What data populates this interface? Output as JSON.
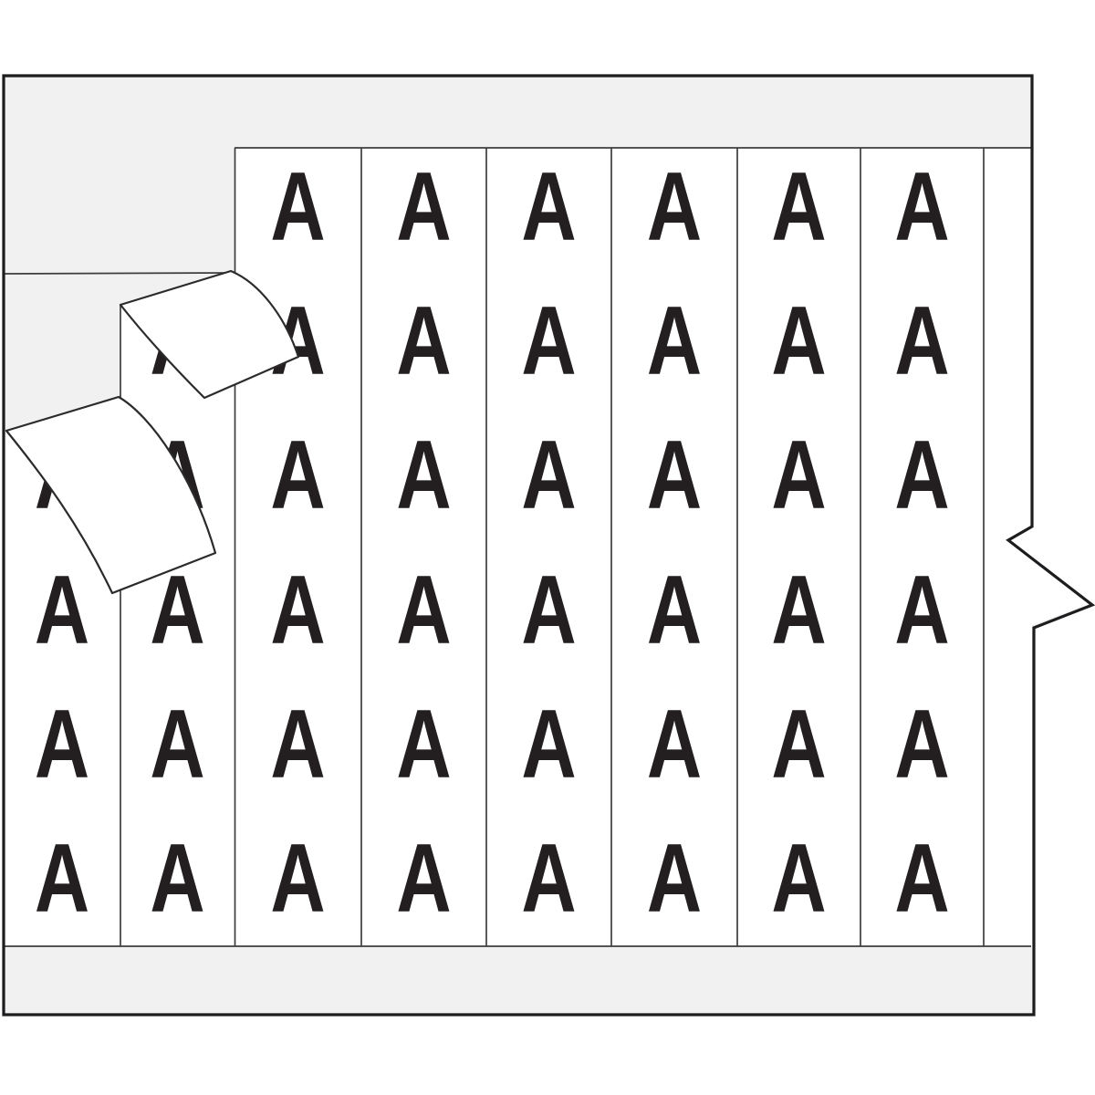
{
  "illustration": {
    "type": "wire-marker-card-product-drawing",
    "marker_letter": "A",
    "total_letters_visible": 45,
    "columns": [
      {
        "name": "column-1",
        "first_row": 3,
        "letters": [
          "A",
          "A",
          "A",
          "A"
        ]
      },
      {
        "name": "column-2",
        "first_row": 2,
        "letters": [
          "A",
          "A",
          "A",
          "A",
          "A"
        ]
      },
      {
        "name": "column-3",
        "first_row": 1,
        "letters": [
          "A",
          "A",
          "A",
          "A",
          "A",
          "A"
        ]
      },
      {
        "name": "column-4",
        "first_row": 1,
        "letters": [
          "A",
          "A",
          "A",
          "A",
          "A",
          "A"
        ]
      },
      {
        "name": "column-5",
        "first_row": 1,
        "letters": [
          "A",
          "A",
          "A",
          "A",
          "A",
          "A"
        ]
      },
      {
        "name": "column-6",
        "first_row": 1,
        "letters": [
          "A",
          "A",
          "A",
          "A",
          "A",
          "A"
        ]
      },
      {
        "name": "column-7",
        "first_row": 1,
        "letters": [
          "A",
          "A",
          "A",
          "A",
          "A",
          "A"
        ]
      },
      {
        "name": "column-8",
        "first_row": 1,
        "letters": [
          "A",
          "A",
          "A",
          "A",
          "A",
          "A"
        ]
      },
      {
        "name": "column-9-partial",
        "first_row": 0,
        "letters": []
      }
    ],
    "peeling_labels_count": 2,
    "peeling_label_text": ""
  },
  "colors": {
    "page_background": "#ffffff",
    "card_fill": "#f1f1f2",
    "label_fill": "#ffffff",
    "cut_line": "#3d3d3d",
    "card_border": "#1d1d1f",
    "letter": "#231f20",
    "peel_outline": "#2b2b2b"
  }
}
